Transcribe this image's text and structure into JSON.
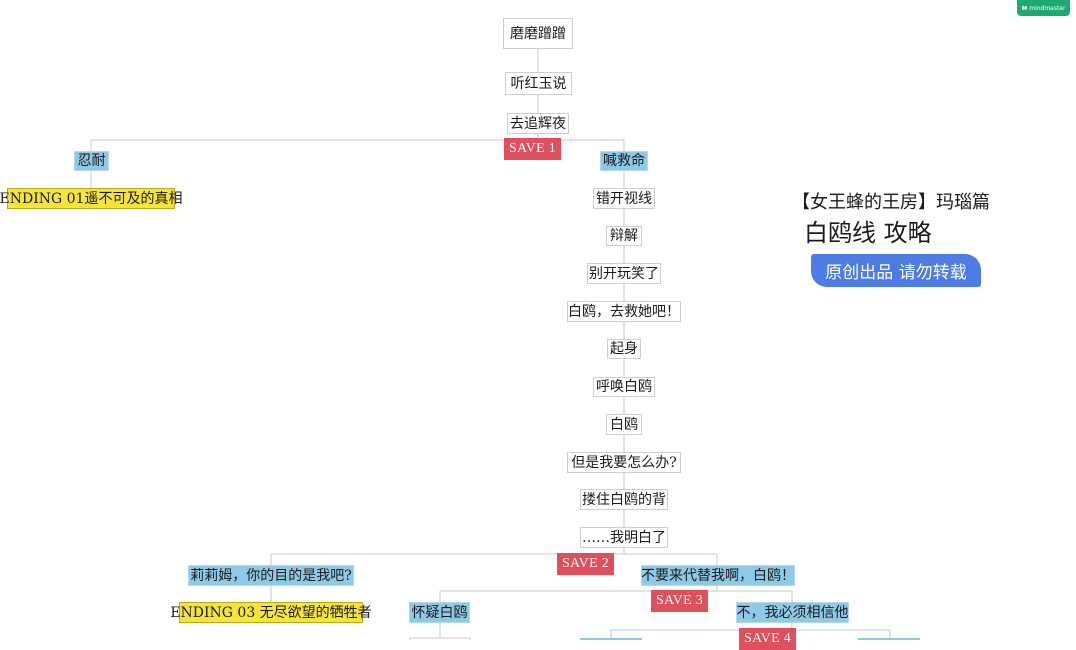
{
  "brand": {
    "label": "mindmaster"
  },
  "title": {
    "line1": "【女王蜂的王房】玛瑙篇",
    "line2": "白鸥线 攻略",
    "badge": "原创出品 请勿转载"
  },
  "nodes": {
    "n1": "磨磨蹭蹭",
    "n2": "听红玉说",
    "n3": "去追辉夜",
    "save1": "SAVE 1",
    "renai": "忍耐",
    "ending01": "ENDING 01遥不可及的真相",
    "hanjiuming": "喊救命",
    "cuokai": "错开视线",
    "bianjie": "辩解",
    "biekai": "别开玩笑了",
    "baiou_qujiu": "白鸥，去救她吧！",
    "qishen": "起身",
    "huhuan": "呼唤白鸥",
    "baiou": "白鸥",
    "danshi": "但是我要怎么办?",
    "louzhu": "搂住白鸥的背",
    "mingbai": "……我明白了",
    "save2": "SAVE 2",
    "lilimu": "莉莉姆，你的目的是我吧?",
    "buyao": "不要来代替我啊，白鸥！",
    "ending03": "ENDING 03 无尽欲望的牺牲者",
    "huaiyi": "怀疑白鸥",
    "save3": "SAVE 3",
    "bu_wo": "不，我必须相信他",
    "save4": "SAVE 4"
  }
}
